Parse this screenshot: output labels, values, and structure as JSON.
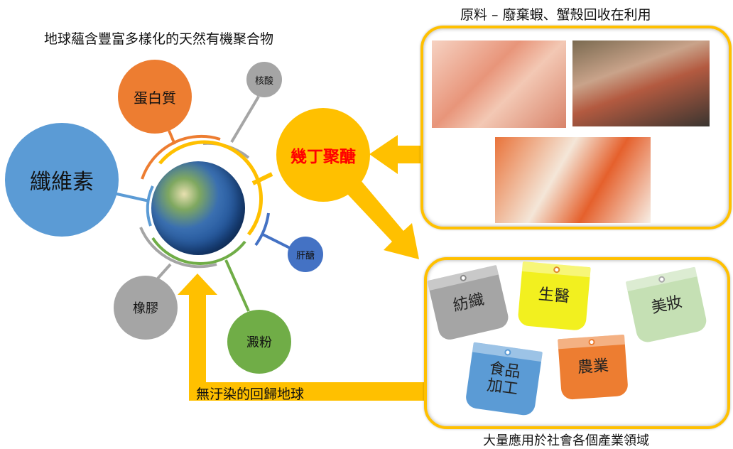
{
  "left_title": "地球蘊含豐富多樣化的天然有機聚合物",
  "right_title": "原料 – 廢棄蝦、蟹殼回收在利用",
  "bottom_caption": "大量應用於社會各個產業領域",
  "return_label": "無汙染的回歸地球",
  "polymers": {
    "cellulose": "纖維素",
    "protein": "蛋白質",
    "nucleic_acid": "核酸",
    "chitosan": "幾丁聚醣",
    "glycogen": "肝醣",
    "starch": "澱粉",
    "rubber": "橡膠"
  },
  "industries": [
    "紡織",
    "生醫",
    "美妝",
    "食品加工",
    "農業"
  ],
  "colors": {
    "accent": "#FFC000",
    "blue": "#5B9BD5",
    "orange": "#ED7D31",
    "gray": "#A5A5A5",
    "darkblue": "#4472C4",
    "green": "#70AD47",
    "chitosan_text": "#FF0000"
  }
}
